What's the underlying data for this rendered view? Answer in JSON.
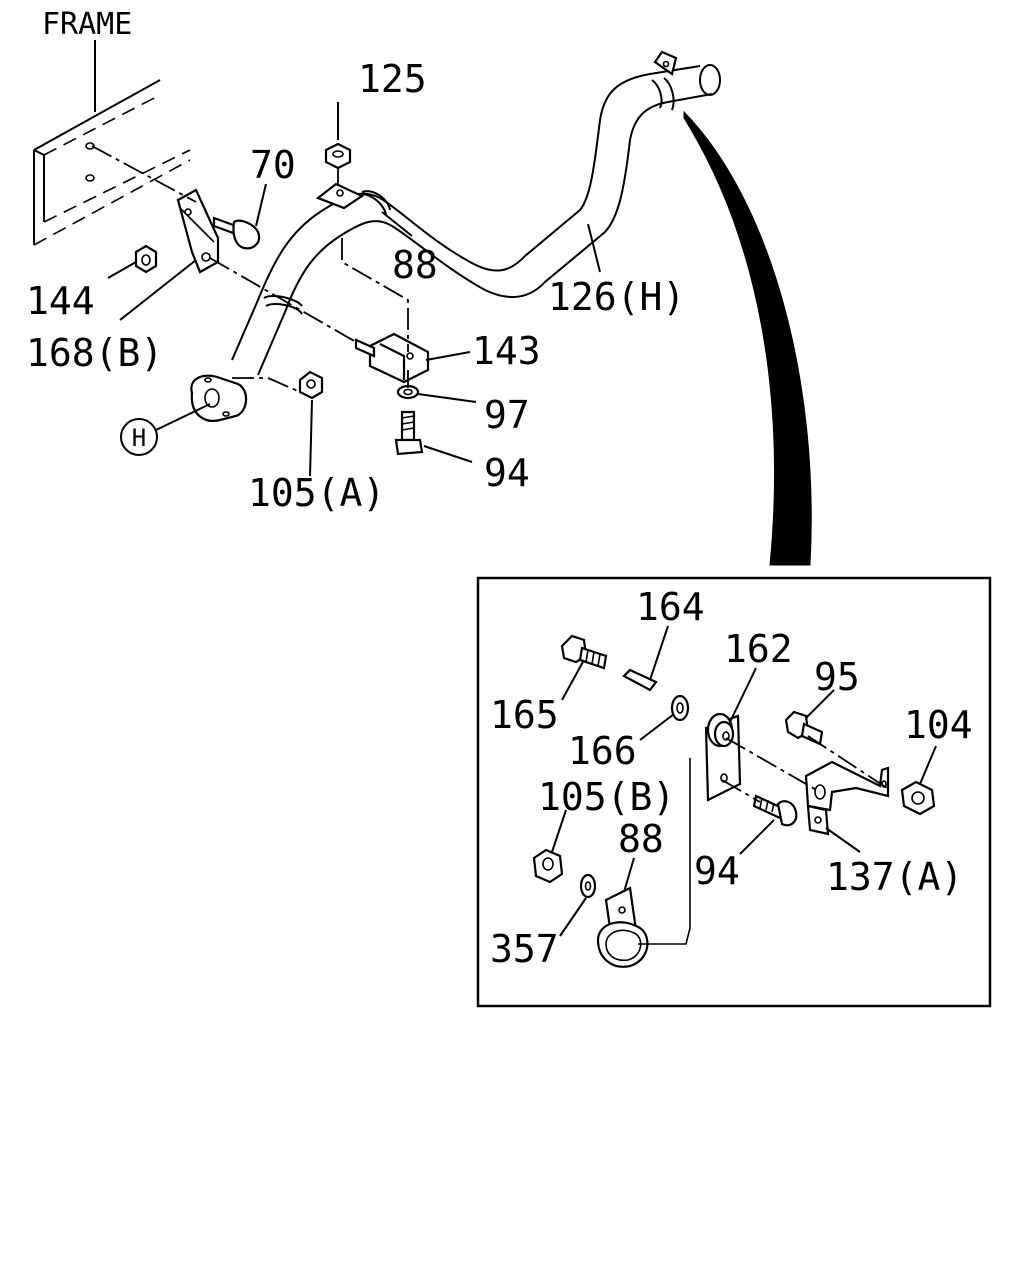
{
  "diagram": {
    "frame_label": "FRAME",
    "circle_marker": "H",
    "callouts": [
      "125",
      "70",
      "144",
      "168(B)",
      "88",
      "126(H)",
      "143",
      "97",
      "94",
      "105(A)"
    ],
    "detail_callouts": [
      "164",
      "162",
      "95",
      "165",
      "104",
      "166",
      "105(B)",
      "88",
      "94",
      "137(A)",
      "357"
    ]
  }
}
